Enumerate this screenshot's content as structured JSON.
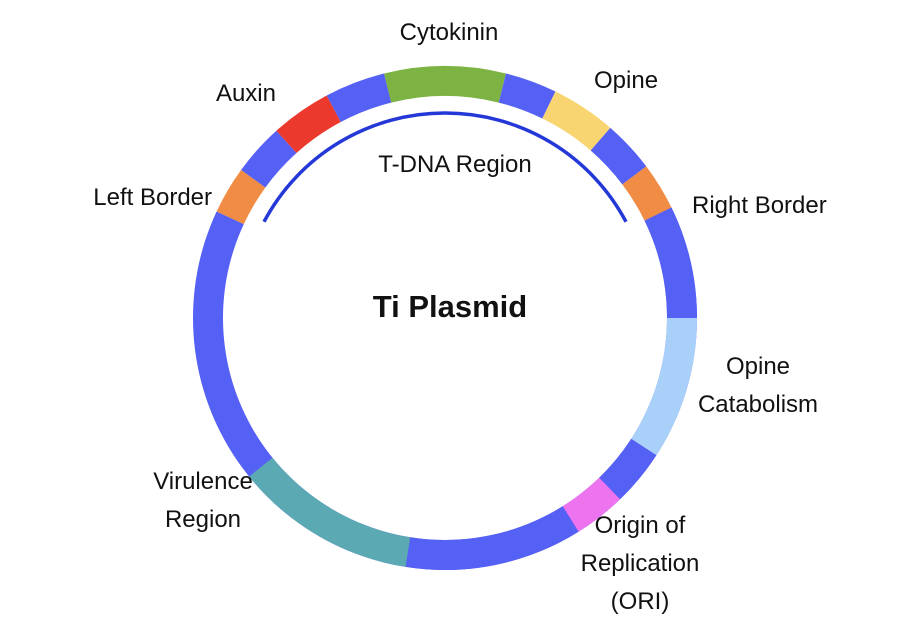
{
  "title": "Ti Plasmid",
  "tdna_label": "T-DNA Region",
  "colors": {
    "backbone": "#5560f5",
    "left_border": "#f08c44",
    "auxin": "#eb3a2d",
    "cytokinin": "#7cb342",
    "opine": "#f8d570",
    "right_border": "#f08c44",
    "opine_catabolism": "#a9d0f8",
    "origin": "#ee73ee",
    "virulence": "#5ba9b3",
    "tdna_arc": "#2438d8"
  },
  "segments": [
    {
      "key": "left_border",
      "lines": [
        "Left Border"
      ]
    },
    {
      "key": "auxin",
      "lines": [
        "Auxin"
      ]
    },
    {
      "key": "cytokinin",
      "lines": [
        "Cytokinin"
      ]
    },
    {
      "key": "opine",
      "lines": [
        "Opine"
      ]
    },
    {
      "key": "right_border",
      "lines": [
        "Right Border"
      ]
    },
    {
      "key": "opine_catabolism",
      "lines": [
        "Opine",
        "Catabolism"
      ]
    },
    {
      "key": "origin",
      "lines": [
        "Origin of",
        "Replication",
        "(ORI)"
      ]
    },
    {
      "key": "virulence",
      "lines": [
        "Virulence",
        "Region"
      ]
    }
  ]
}
